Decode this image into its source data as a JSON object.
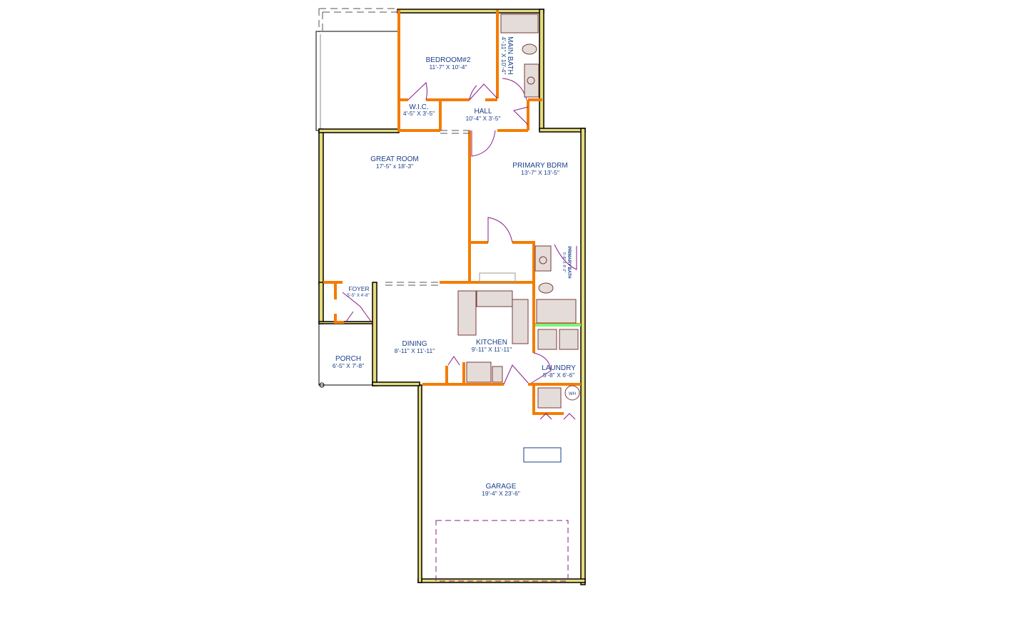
{
  "plan": {
    "rooms": [
      {
        "name": "BEDROOM#2",
        "dims": "11'-7\" X 10'-4\""
      },
      {
        "name": "MAIN BATH",
        "dims": "4'-11\" X 10'-4\""
      },
      {
        "name": "W.I.C.",
        "dims": "4'-5\" X 3'-5\""
      },
      {
        "name": "HALL",
        "dims": "10'-4\" X 3'-5\""
      },
      {
        "name": "GREAT ROOM",
        "dims": "17'-5\" x 18'-3\""
      },
      {
        "name": "PRIMARY BDRM",
        "dims": "13'-7\" X 13'-5\""
      },
      {
        "name": "PRIMARY BATH",
        "dims": "5'-8\" X 8'-2\""
      },
      {
        "name": "FOYER",
        "dims": "5'-5\" X 4'-8\""
      },
      {
        "name": "DINING",
        "dims": "8'-11\" X 11'-11\""
      },
      {
        "name": "KITCHEN",
        "dims": "9'-11\" X 11'-11\""
      },
      {
        "name": "LAUNDRY",
        "dims": "5'-8\" X 6'-6\""
      },
      {
        "name": "PORCH",
        "dims": "6'-5\" X 7'-8\""
      },
      {
        "name": "GARAGE",
        "dims": "19'-4\" X 23'-6\""
      }
    ],
    "water_heater": "WH",
    "colors": {
      "exterior_wall": "#e6dc7a",
      "interior_wall": "#f47c00",
      "label": "#1a3f8a",
      "door": "#8b1a8b",
      "laundry_strip": "#7cf57c"
    }
  }
}
